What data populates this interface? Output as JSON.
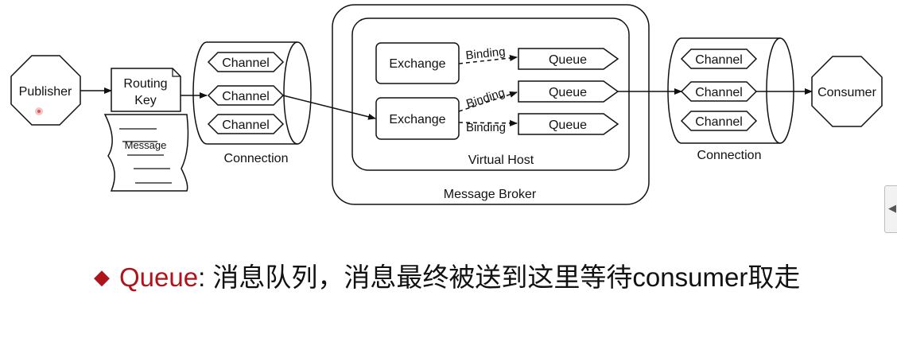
{
  "diagram": {
    "publisher": "Publisher",
    "routing_key": [
      "Routing",
      "Key"
    ],
    "message": "Message",
    "connection_left": {
      "label": "Connection",
      "channels": [
        "Channel",
        "Channel",
        "Channel"
      ]
    },
    "broker": {
      "label": "Message Broker"
    },
    "virtual_host": {
      "label": "Virtual Host"
    },
    "exchanges": [
      "Exchange",
      "Exchange"
    ],
    "bindings": [
      "Binding",
      "Binding",
      "Binding"
    ],
    "queues": [
      "Queue",
      "Queue",
      "Queue"
    ],
    "connection_right": {
      "label": "Connection",
      "channels": [
        "Channel",
        "Channel",
        "Channel"
      ]
    },
    "consumer": "Consumer"
  },
  "caption": {
    "term": "Queue",
    "text": ": 消息队列，消息最终被送到这里等待consumer取走"
  },
  "colors": {
    "accent": "#b0141b",
    "pointer": "#e05555"
  }
}
